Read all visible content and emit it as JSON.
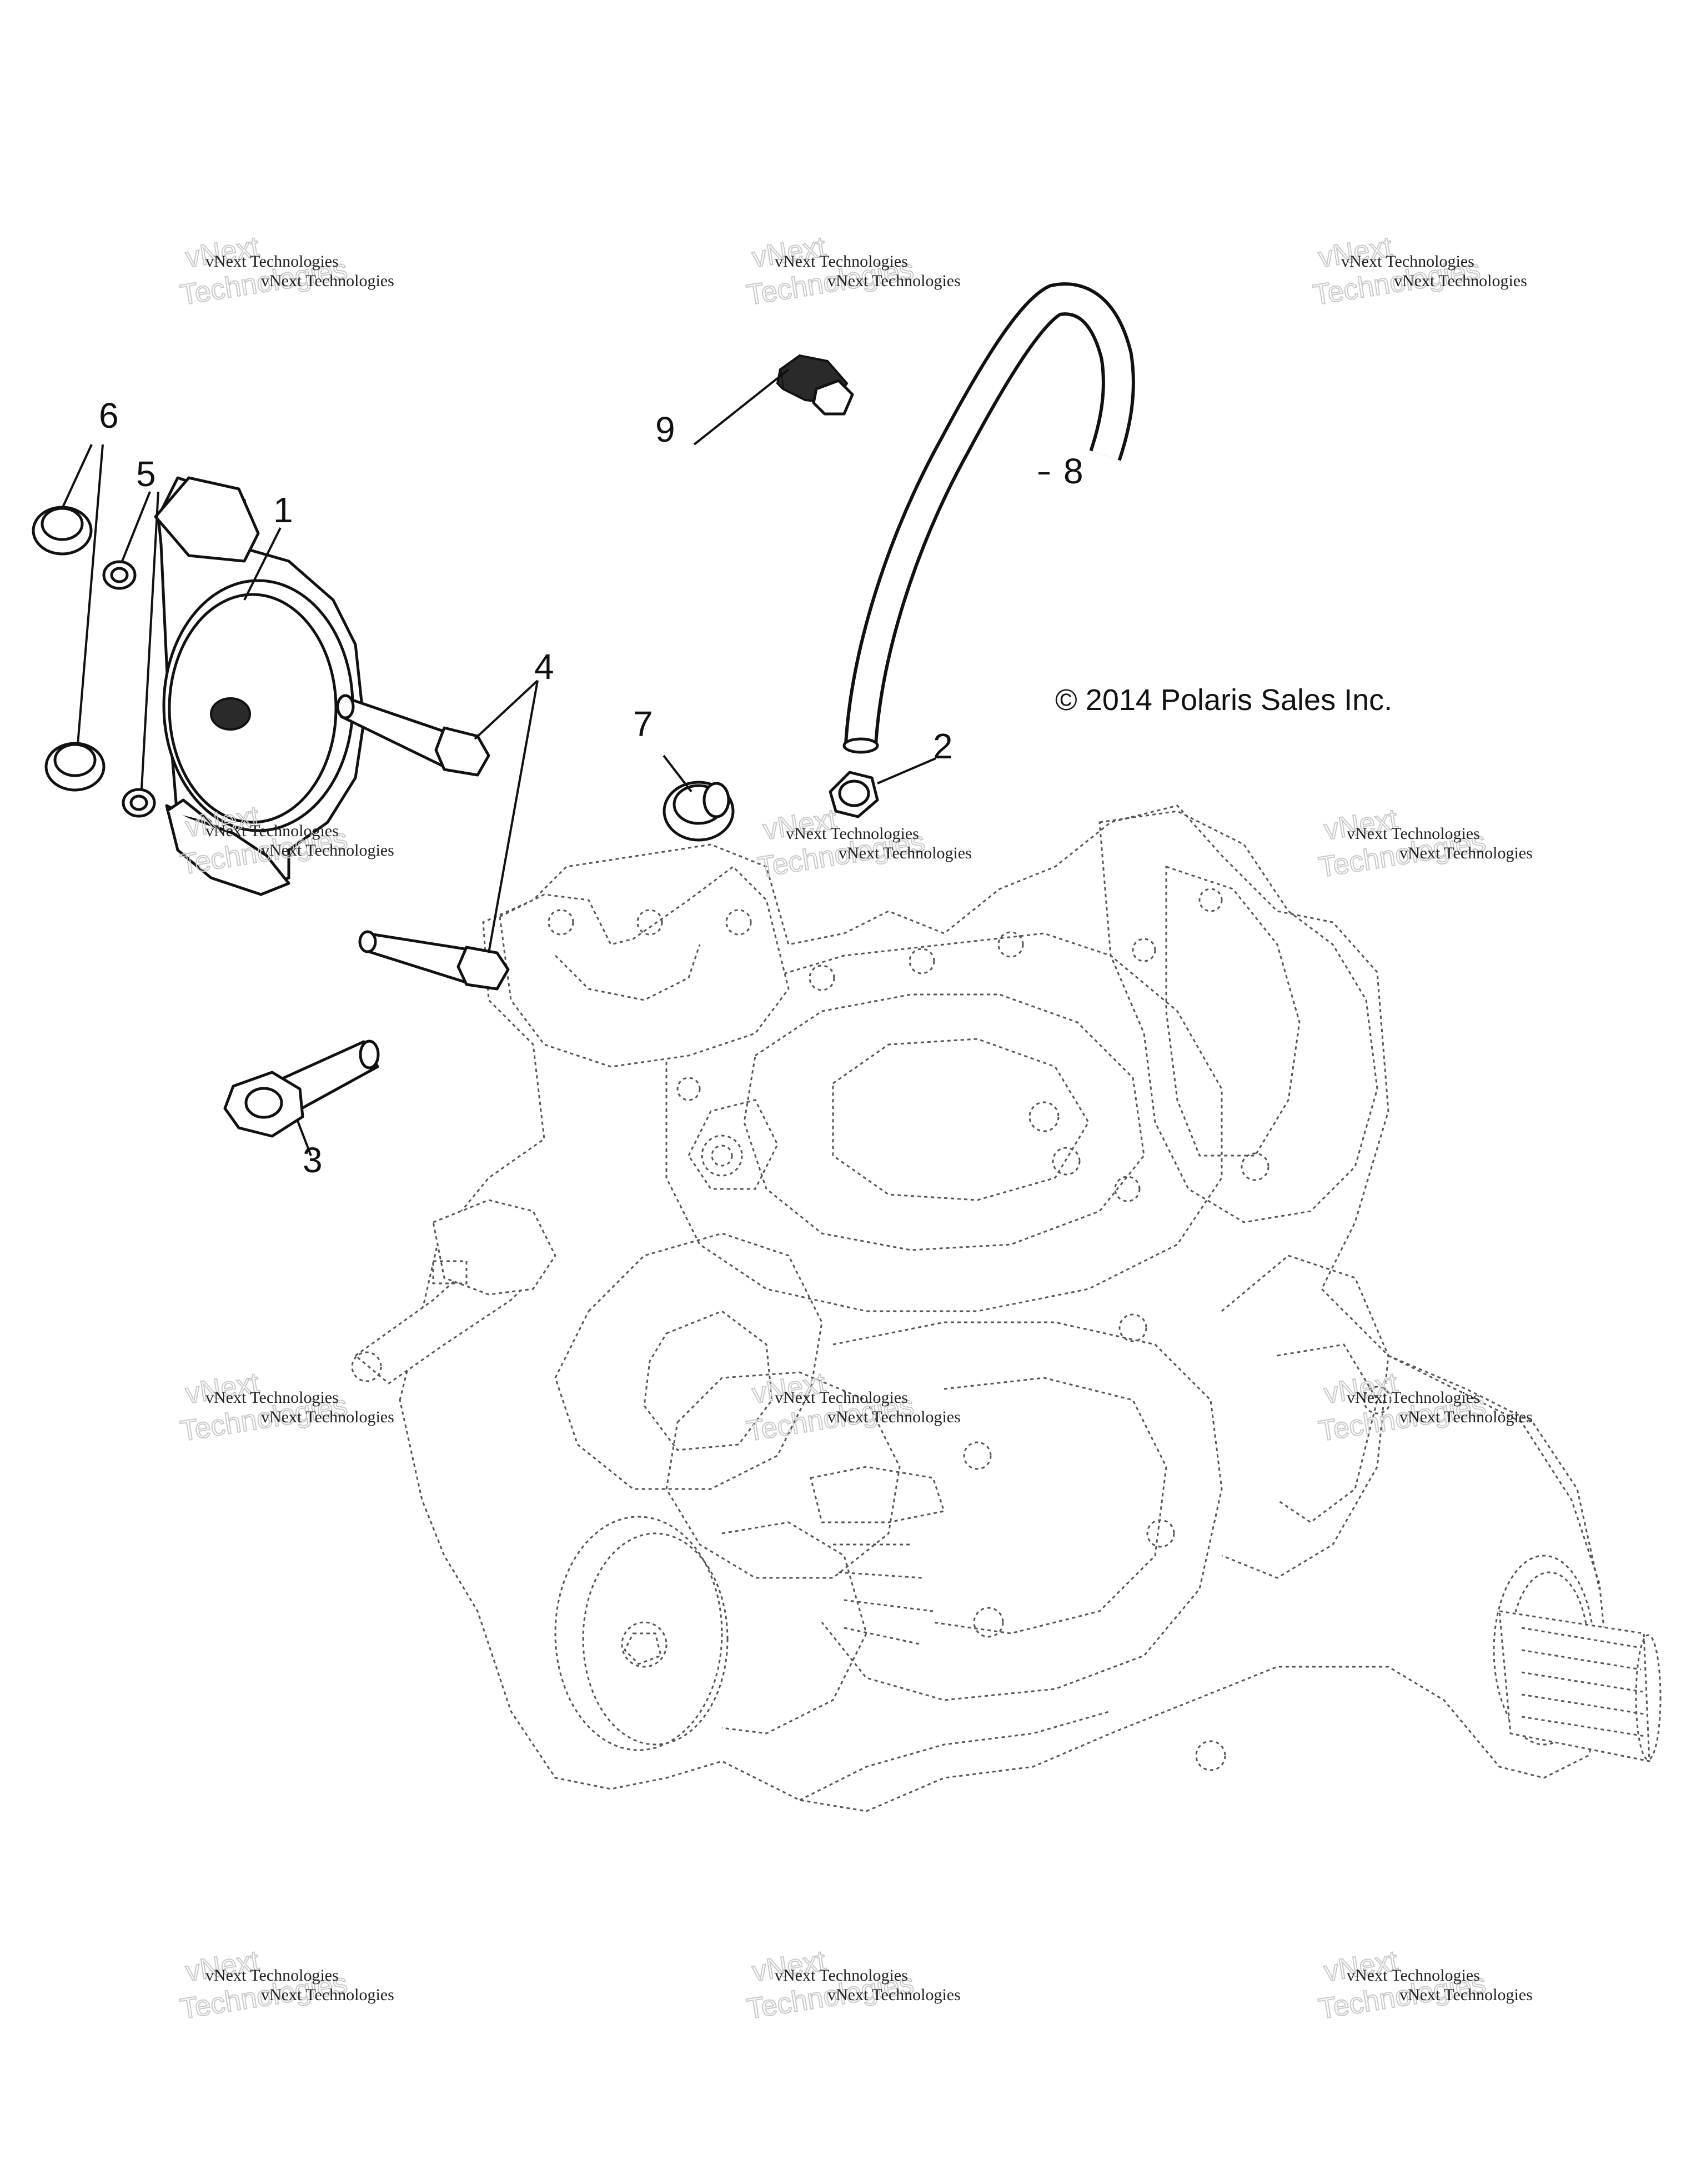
{
  "copyright": "© 2014 Polaris Sales Inc.",
  "watermark": {
    "line_small": "vNext Technologies",
    "line_outline_top": "vNext",
    "line_outline_bottom": "Technologies"
  },
  "callouts": [
    "1",
    "2",
    "3",
    "4",
    "5",
    "6",
    "7",
    "8",
    "9"
  ]
}
